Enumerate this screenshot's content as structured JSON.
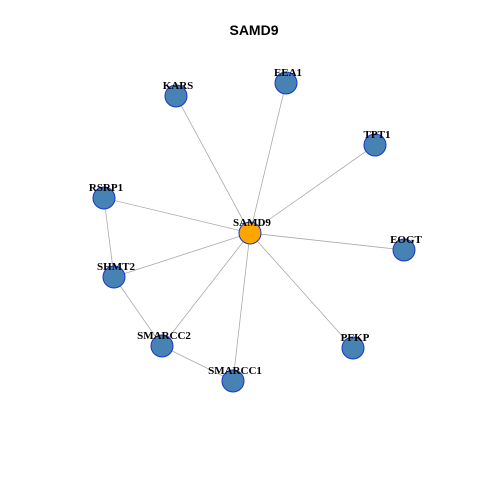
{
  "title": "SAMD9",
  "colors": {
    "center_fill": "#FFA500",
    "node_fill": "#4682B4",
    "node_stroke": "#1A33CC",
    "edge": "#AAAAAA",
    "text": "#000000"
  },
  "graph": {
    "center": "SAMD9",
    "nodes": [
      "SAMD9",
      "KARS",
      "EEA1",
      "TPT1",
      "RSRP1",
      "EOGT",
      "SHMT2",
      "SMARCC2",
      "PFKP",
      "SMARCC1"
    ],
    "edges": [
      [
        "SAMD9",
        "KARS"
      ],
      [
        "SAMD9",
        "EEA1"
      ],
      [
        "SAMD9",
        "TPT1"
      ],
      [
        "SAMD9",
        "RSRP1"
      ],
      [
        "SAMD9",
        "EOGT"
      ],
      [
        "SAMD9",
        "SHMT2"
      ],
      [
        "SAMD9",
        "SMARCC2"
      ],
      [
        "SAMD9",
        "PFKP"
      ],
      [
        "SAMD9",
        "SMARCC1"
      ],
      [
        "RSRP1",
        "SHMT2"
      ],
      [
        "SHMT2",
        "SMARCC2"
      ],
      [
        "SMARCC2",
        "SMARCC1"
      ]
    ]
  }
}
